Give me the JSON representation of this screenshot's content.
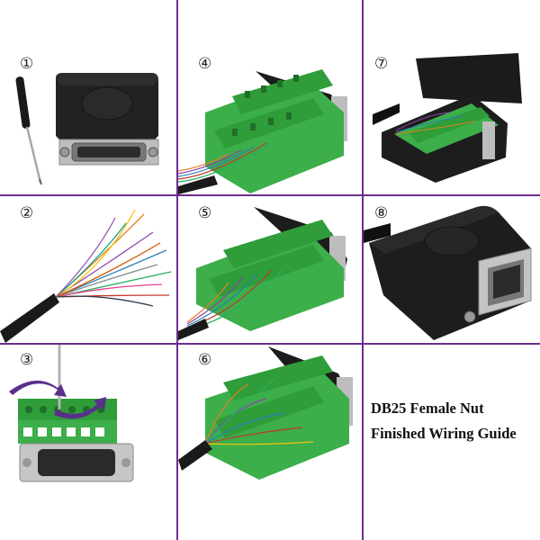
{
  "steps": [
    {
      "number": "①"
    },
    {
      "number": "②"
    },
    {
      "number": "③"
    },
    {
      "number": "④"
    },
    {
      "number": "⑤"
    },
    {
      "number": "⑥"
    },
    {
      "number": "⑦"
    },
    {
      "number": "⑧"
    }
  ],
  "caption": {
    "line1": "DB25 Female Nut",
    "line2": "Finished Wiring Guide"
  },
  "colors": {
    "divider": "#6b2d8f",
    "pcb_green": "#3cae4a",
    "terminal_green": "#2e9d3a",
    "housing_black": "#1b1b1b",
    "metal": "#c9c9c9",
    "arrow_purple": "#5a2f8c"
  },
  "icons": [
    "screwdriver",
    "db25-connector",
    "terminal-block",
    "wire-bundle",
    "rotate-arrow"
  ]
}
